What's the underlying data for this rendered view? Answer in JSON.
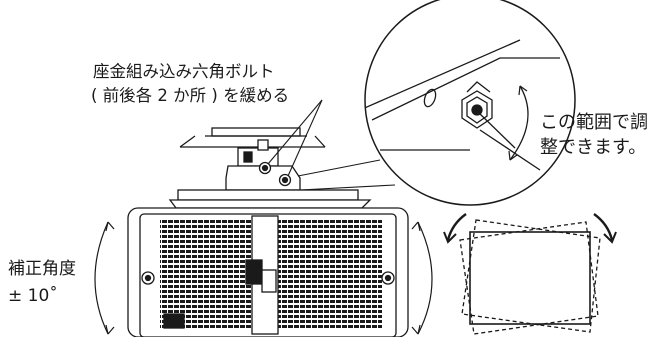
{
  "labels": {
    "bolt_line1": "座金組み込み六角ボルト",
    "bolt_line2": "( 前後各 2 か所 ) を緩める",
    "range_line1": "この範囲で調",
    "range_line2": "整できます。",
    "angle_line1": "補正角度",
    "angle_line2": "± 10˚"
  },
  "colors": {
    "line": "#1a1a1a",
    "background": "#ffffff",
    "fill_light": "#f2f2f2"
  },
  "icons": [
    "hex-bolt-icon",
    "curved-arrow-icon",
    "tilt-arrow-icon"
  ]
}
